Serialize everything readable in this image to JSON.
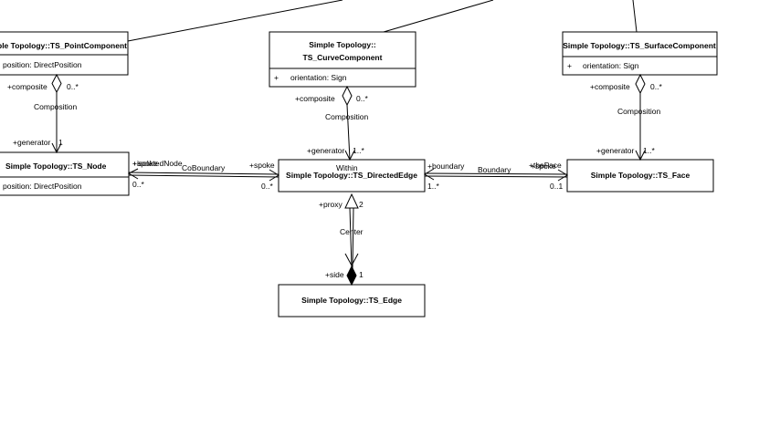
{
  "classes": {
    "point_component": {
      "title": "ple Topology::TS_PointComponent",
      "attr": "position: DirectPosition"
    },
    "curve_component": {
      "title_line1": "Simple Topology::",
      "title_line2": "TS_CurveComponent",
      "vis": "+",
      "attr": "orientation: Sign"
    },
    "surface_component": {
      "title": "Simple Topology::TS_SurfaceComponent",
      "vis": "+",
      "attr": "orientation: Sign"
    },
    "node": {
      "title": "Simple Topology::TS_Node",
      "attr": "position: DirectPosition"
    },
    "directed_edge": {
      "title": "Simple Topology::TS_DirectedEdge"
    },
    "face": {
      "title": "Simple Topology::TS_Face"
    },
    "edge": {
      "title": "Simple Topology::TS_Edge"
    }
  },
  "associations": {
    "point_comp": {
      "role_top": "+composite",
      "mult_top": "0..*",
      "name": "Composition",
      "role_bottom": "+generator",
      "mult_bottom": "1"
    },
    "curve_comp": {
      "role_top": "+composite",
      "mult_top": "0..*",
      "name": "Composition",
      "role_bottom": "+generator",
      "mult_bottom": "1..*"
    },
    "surface_comp": {
      "role_top": "+composite",
      "mult_top": "0..*",
      "name": "Composition",
      "role_bottom": "+generator",
      "mult_bottom": "1..*"
    },
    "node_edge": {
      "role_isolated": "+isolatedNode",
      "role_spoke_node": "+spoke",
      "mult_node": "0..*",
      "name_coboundary": "CoBoundary",
      "role_spoke": "+spoke",
      "mult_spoke": "0..*",
      "name_within": "Within"
    },
    "edge_face": {
      "role_boundary": "+boundary",
      "mult_boundary": "1..*",
      "name": "Boundary",
      "role_theface": "+theFace",
      "role_spoke": "+spoke",
      "mult_face": "0..1"
    },
    "center": {
      "role_proxy": "+proxy",
      "mult_proxy": "2",
      "name": "Center",
      "role_side": "+side",
      "mult_side": "1"
    }
  }
}
